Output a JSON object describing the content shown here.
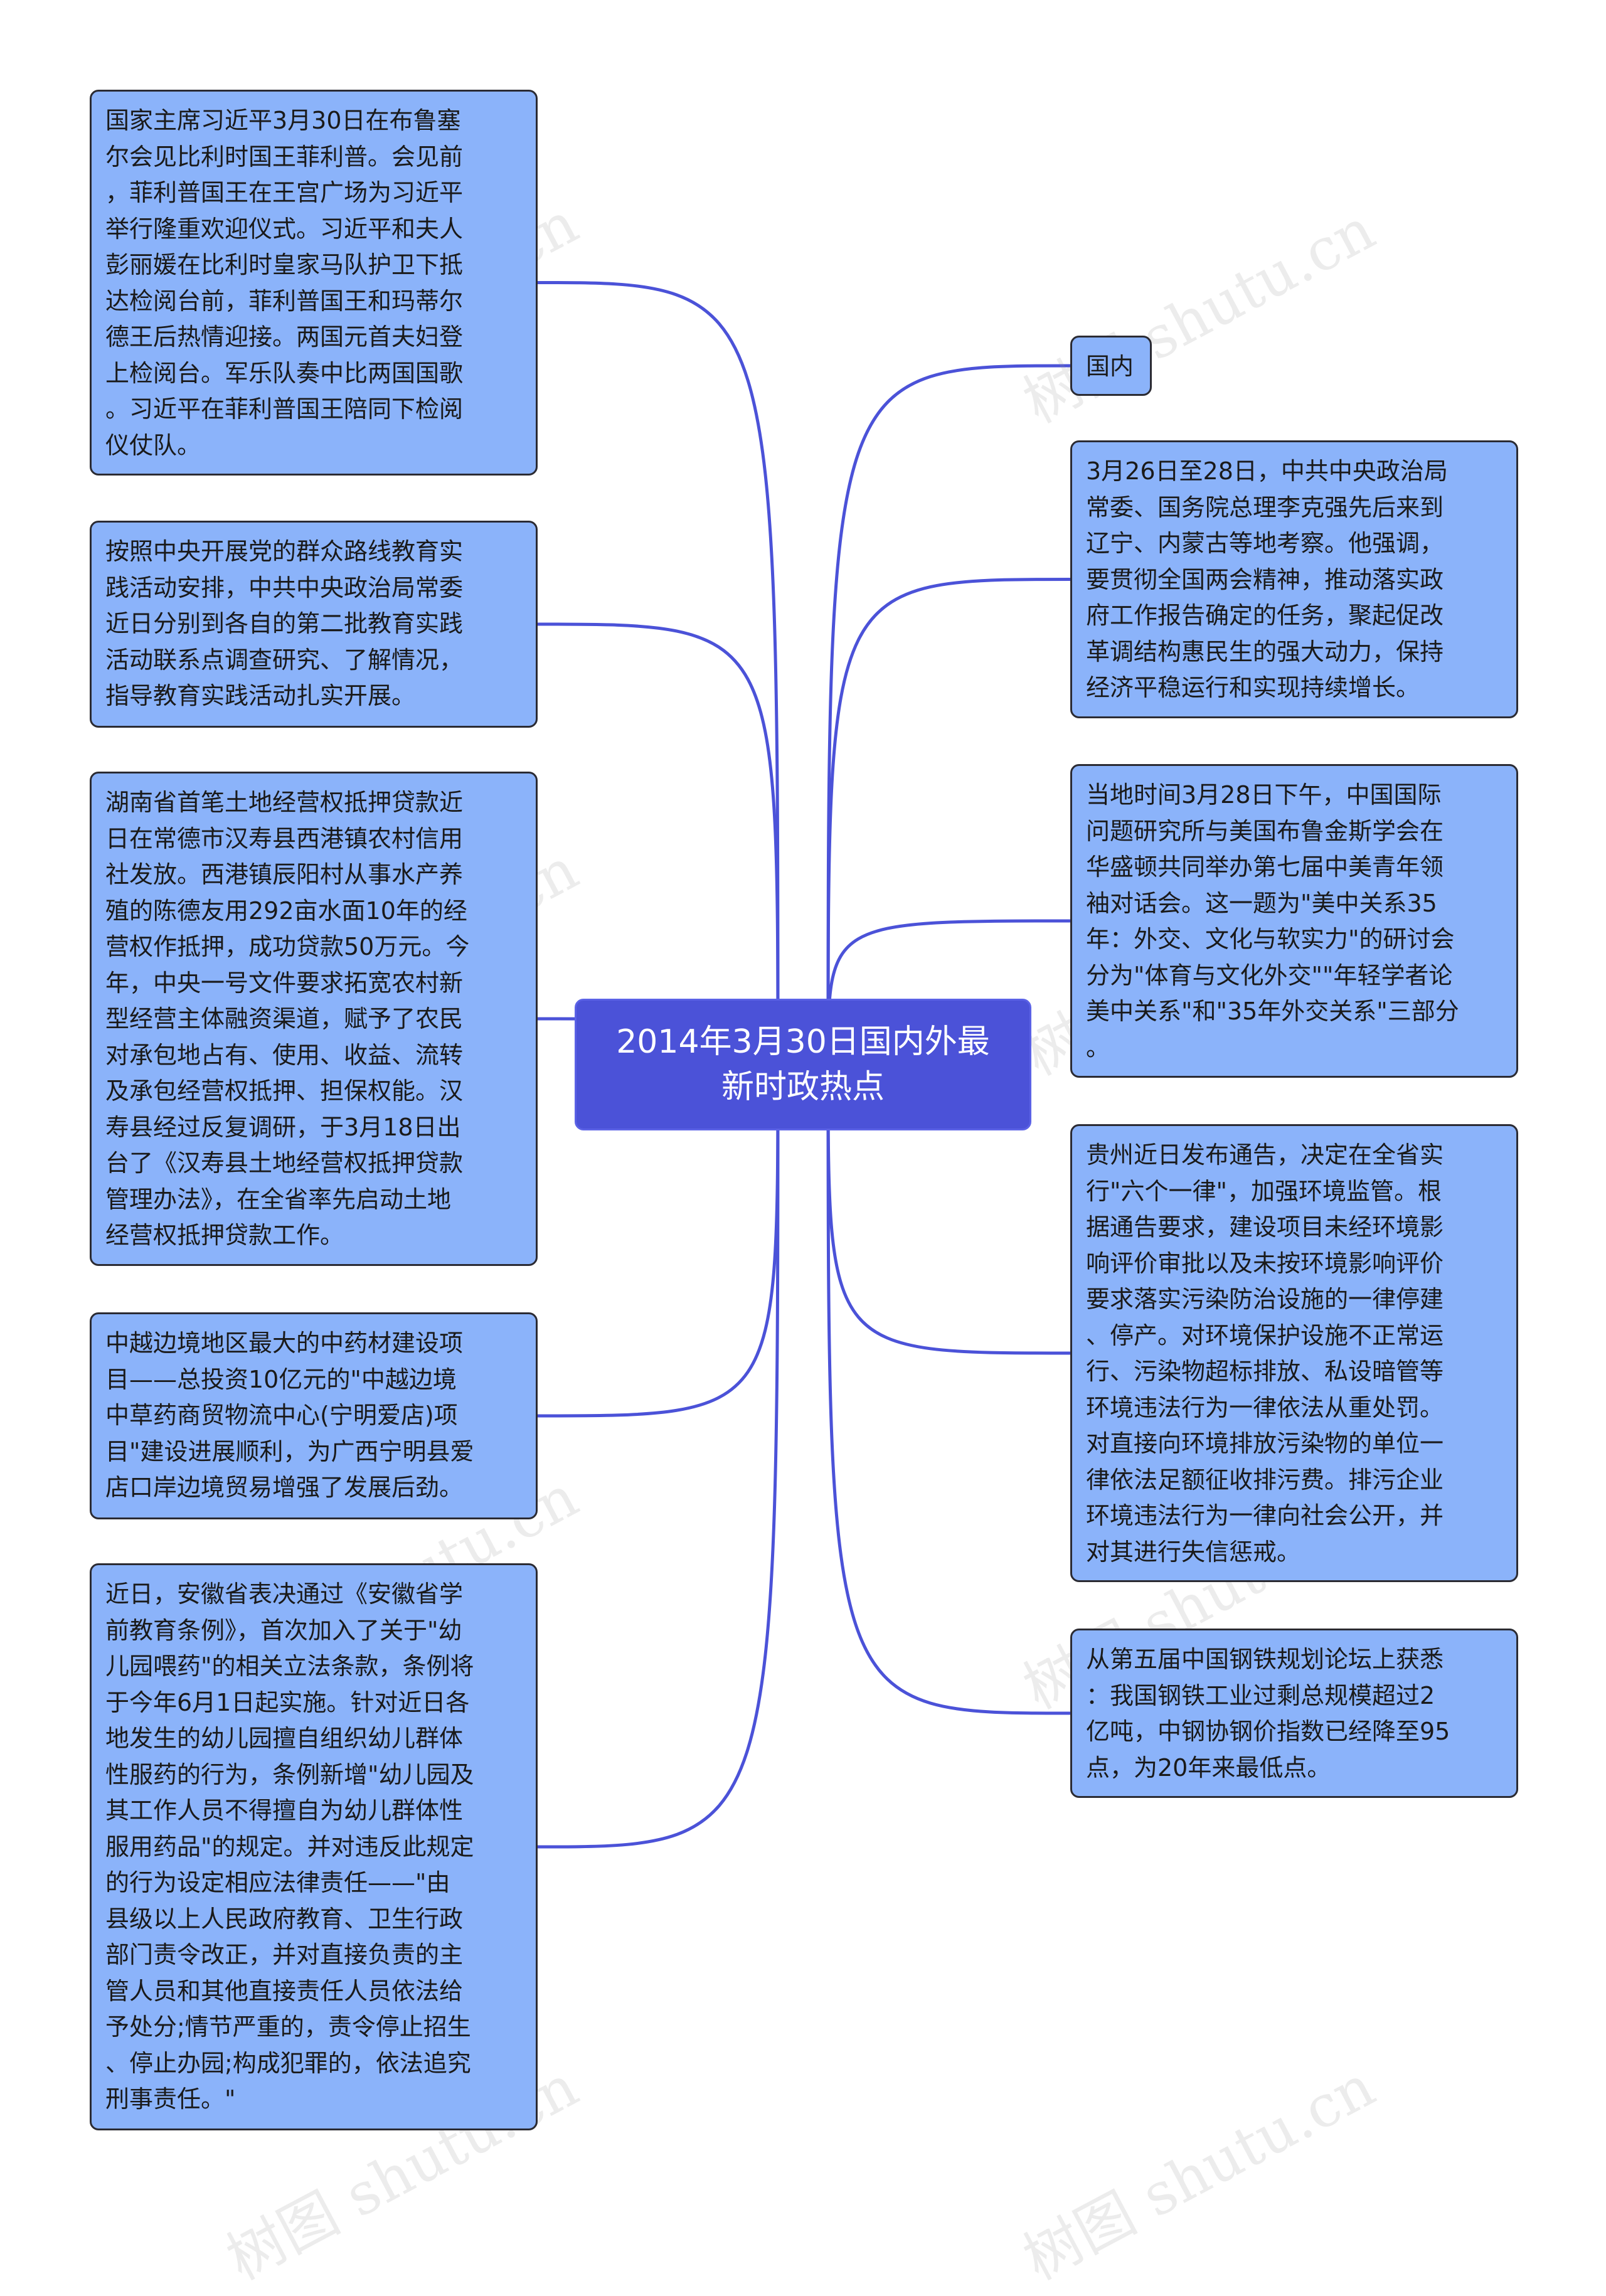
{
  "root": {
    "label": "2014年3月30日国内外最\n新时政热点"
  },
  "left": [
    {
      "id": "l1",
      "text": "国家主席习近平3月30日在布鲁塞\n尔会见比利时国王菲利普。会见前\n，菲利普国王在王宫广场为习近平\n举行隆重欢迎仪式。习近平和夫人\n彭丽媛在比利时皇家马队护卫下抵\n达检阅台前，菲利普国王和玛蒂尔\n德王后热情迎接。两国元首夫妇登\n上检阅台。军乐队奏中比两国国歌\n。习近平在菲利普国王陪同下检阅\n仪仗队。"
    },
    {
      "id": "l2",
      "text": "按照中央开展党的群众路线教育实\n践活动安排，中共中央政治局常委\n近日分别到各自的第二批教育实践\n活动联系点调查研究、了解情况，\n指导教育实践活动扎实开展。"
    },
    {
      "id": "l3",
      "text": "湖南省首笔土地经营权抵押贷款近\n日在常德市汉寿县西港镇农村信用\n社发放。西港镇辰阳村从事水产养\n殖的陈德友用292亩水面10年的经\n营权作抵押，成功贷款50万元。今\n年，中央一号文件要求拓宽农村新\n型经营主体融资渠道，赋予了农民\n对承包地占有、使用、收益、流转\n及承包经营权抵押、担保权能。汉\n寿县经过反复调研，于3月18日出\n台了《汉寿县土地经营权抵押贷款\n管理办法》，在全省率先启动土地\n经营权抵押贷款工作。"
    },
    {
      "id": "l4",
      "text": "中越边境地区最大的中药材建设项\n目——总投资10亿元的\"中越边境\n中草药商贸物流中心(宁明爱店)项\n目\"建设进展顺利，为广西宁明县爱\n店口岸边境贸易增强了发展后劲。"
    },
    {
      "id": "l5",
      "text": "近日，安徽省表决通过《安徽省学\n前教育条例》，首次加入了关于\"幼\n儿园喂药\"的相关立法条款，条例将\n于今年6月1日起实施。针对近日各\n地发生的幼儿园擅自组织幼儿群体\n性服药的行为，条例新增\"幼儿园及\n其工作人员不得擅自为幼儿群体性\n服用药品\"的规定。并对违反此规定\n的行为设定相应法律责任——\"由\n县级以上人民政府教育、卫生行政\n部门责令改正，并对直接负责的主\n管人员和其他直接责任人员依法给\n予处分;情节严重的，责令停止招生\n、停止办园;构成犯罪的，依法追究\n刑事责任。\""
    }
  ],
  "right": [
    {
      "id": "r1",
      "text": "国内"
    },
    {
      "id": "r2",
      "text": "3月26日至28日，中共中央政治局\n常委、国务院总理李克强先后来到\n辽宁、内蒙古等地考察。他强调，\n要贯彻全国两会精神，推动落实政\n府工作报告确定的任务，聚起促改\n革调结构惠民生的强大动力，保持\n经济平稳运行和实现持续增长。"
    },
    {
      "id": "r3",
      "text": "当地时间3月28日下午，中国国际\n问题研究所与美国布鲁金斯学会在\n华盛顿共同举办第七届中美青年领\n袖对话会。这一题为\"美中关系35\n年：外交、文化与软实力\"的研讨会\n分为\"体育与文化外交\"\"年轻学者论\n美中关系\"和\"35年外交关系\"三部分\n。"
    },
    {
      "id": "r4",
      "text": "贵州近日发布通告，决定在全省实\n行\"六个一律\"，加强环境监管。根\n据通告要求，建设项目未经环境影\n响评价审批以及未按环境影响评价\n要求落实污染防治设施的一律停建\n、停产。对环境保护设施不正常运\n行、污染物超标排放、私设暗管等\n环境违法行为一律依法从重处罚。\n对直接向环境排放污染物的单位一\n律依法足额征收排污费。排污企业\n环境违法行为一律向社会公开，并\n对其进行失信惩戒。"
    },
    {
      "id": "r5",
      "text": "从第五届中国钢铁规划论坛上获悉\n：我国钢铁工业过剩总规模超过2\n亿吨，中钢协钢价指数已经降至95\n点，为20年来最低点。"
    }
  ],
  "watermark": "树图 shutu.cn",
  "colors": {
    "node_fill": "#8bb3fa",
    "node_border": "#2b2b33",
    "root_fill": "#4b52d8",
    "link": "#4b52d8"
  }
}
